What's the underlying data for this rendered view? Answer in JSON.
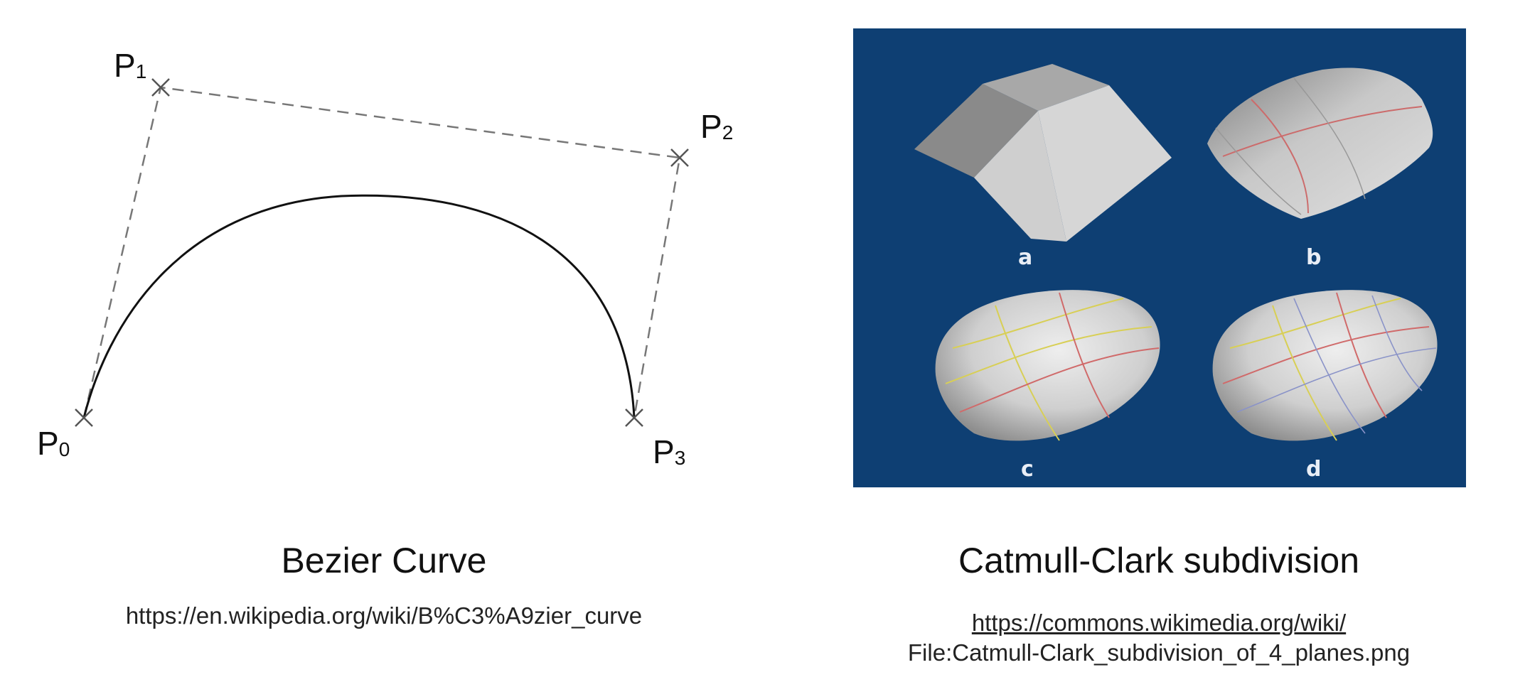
{
  "bezier": {
    "points": [
      {
        "letter": "P",
        "sub": "0"
      },
      {
        "letter": "P",
        "sub": "1"
      },
      {
        "letter": "P",
        "sub": "2"
      },
      {
        "letter": "P",
        "sub": "3"
      }
    ],
    "caption": "Bezier Curve",
    "url": "https://en.wikipedia.org/wiki/B%C3%A9zier_curve"
  },
  "catmull": {
    "panel_color": "#0e3f73",
    "sub_labels": [
      "a",
      "b",
      "c",
      "d"
    ],
    "caption": "Catmull-Clark subdivision",
    "url_line1": "https://commons.wikimedia.org/wiki/",
    "url_line2": "File:Catmull-Clark_subdivision_of_4_planes.png"
  }
}
